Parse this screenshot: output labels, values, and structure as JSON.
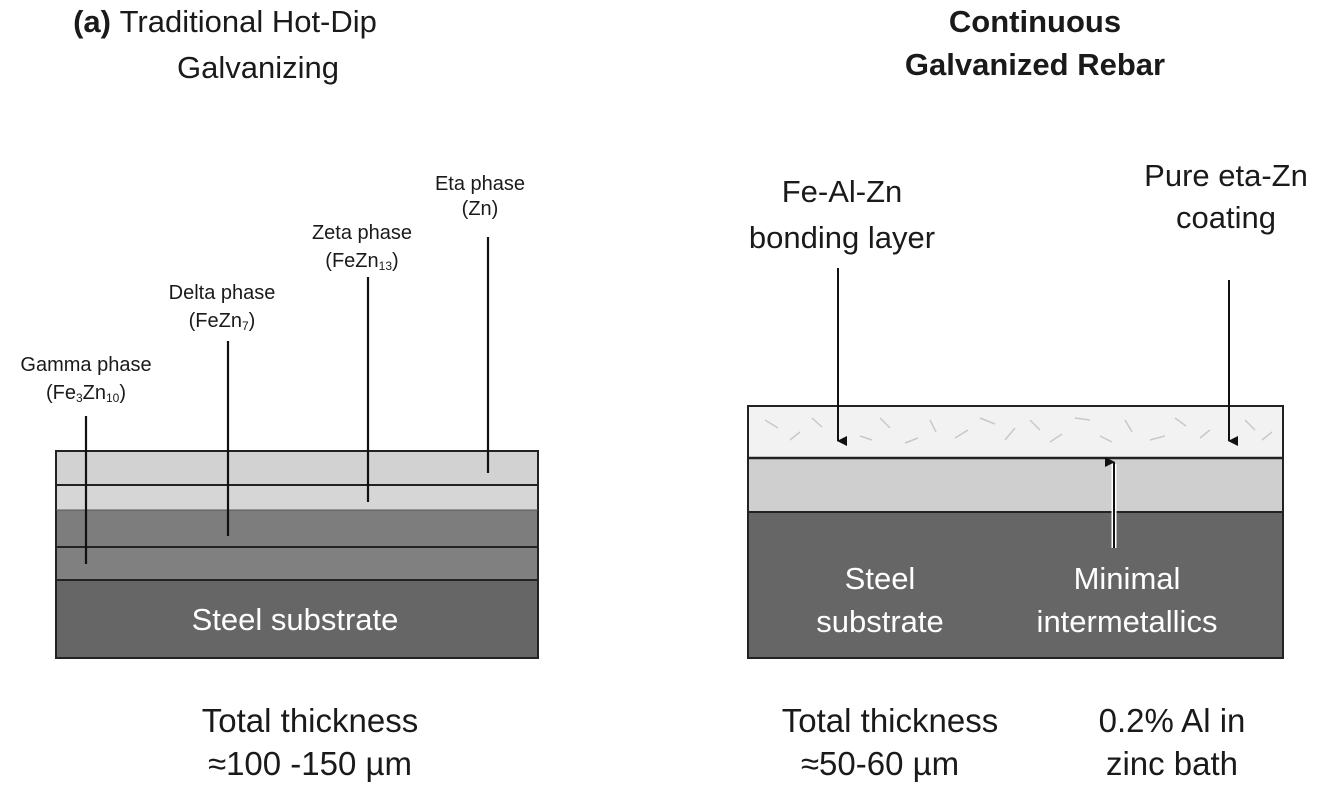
{
  "left": {
    "panel_label": "(a)",
    "title_line1": "Traditional Hot-Dip",
    "title_line2": "Galvanizing",
    "phases": [
      {
        "name": "Gamma phase",
        "formula": [
          "(Fe",
          "3",
          "Zn",
          "10",
          ")"
        ]
      },
      {
        "name": "Delta phase",
        "formula": [
          "(FeZn",
          "7",
          ")"
        ]
      },
      {
        "name": "Zeta phase",
        "formula": [
          "(FeZn",
          "13",
          ")"
        ]
      },
      {
        "name": "Eta phase",
        "formula": [
          "(Zn)"
        ]
      }
    ],
    "substrate_label": "Steel substrate",
    "thickness_line1": "Total thickness",
    "thickness_line2": "≈100 -150 µm"
  },
  "right": {
    "title_line1": "Continuous",
    "title_line2": "Galvanized Rebar",
    "bonding_line1": "Fe-Al-Zn",
    "bonding_line2": "bonding layer",
    "coating_line1": "Pure eta-Zn",
    "coating_line2": "coating",
    "substrate_line1": "Steel",
    "substrate_line2": "substrate",
    "intermetallic_line1": "Minimal",
    "intermetallic_line2": "intermetallics",
    "thickness_line1": "Total thickness",
    "thickness_line2": "≈50-60 µm",
    "bath_line1": "0.2% Al in",
    "bath_line2": "zinc bath"
  },
  "colors": {
    "eta": "#d2d2d2",
    "zeta": "#d6d6d6",
    "delta": "#7d7d7d",
    "gamma": "#808080",
    "steel": "#666666",
    "coating": "#f2f2f2",
    "bond": "#cfcfcf"
  }
}
